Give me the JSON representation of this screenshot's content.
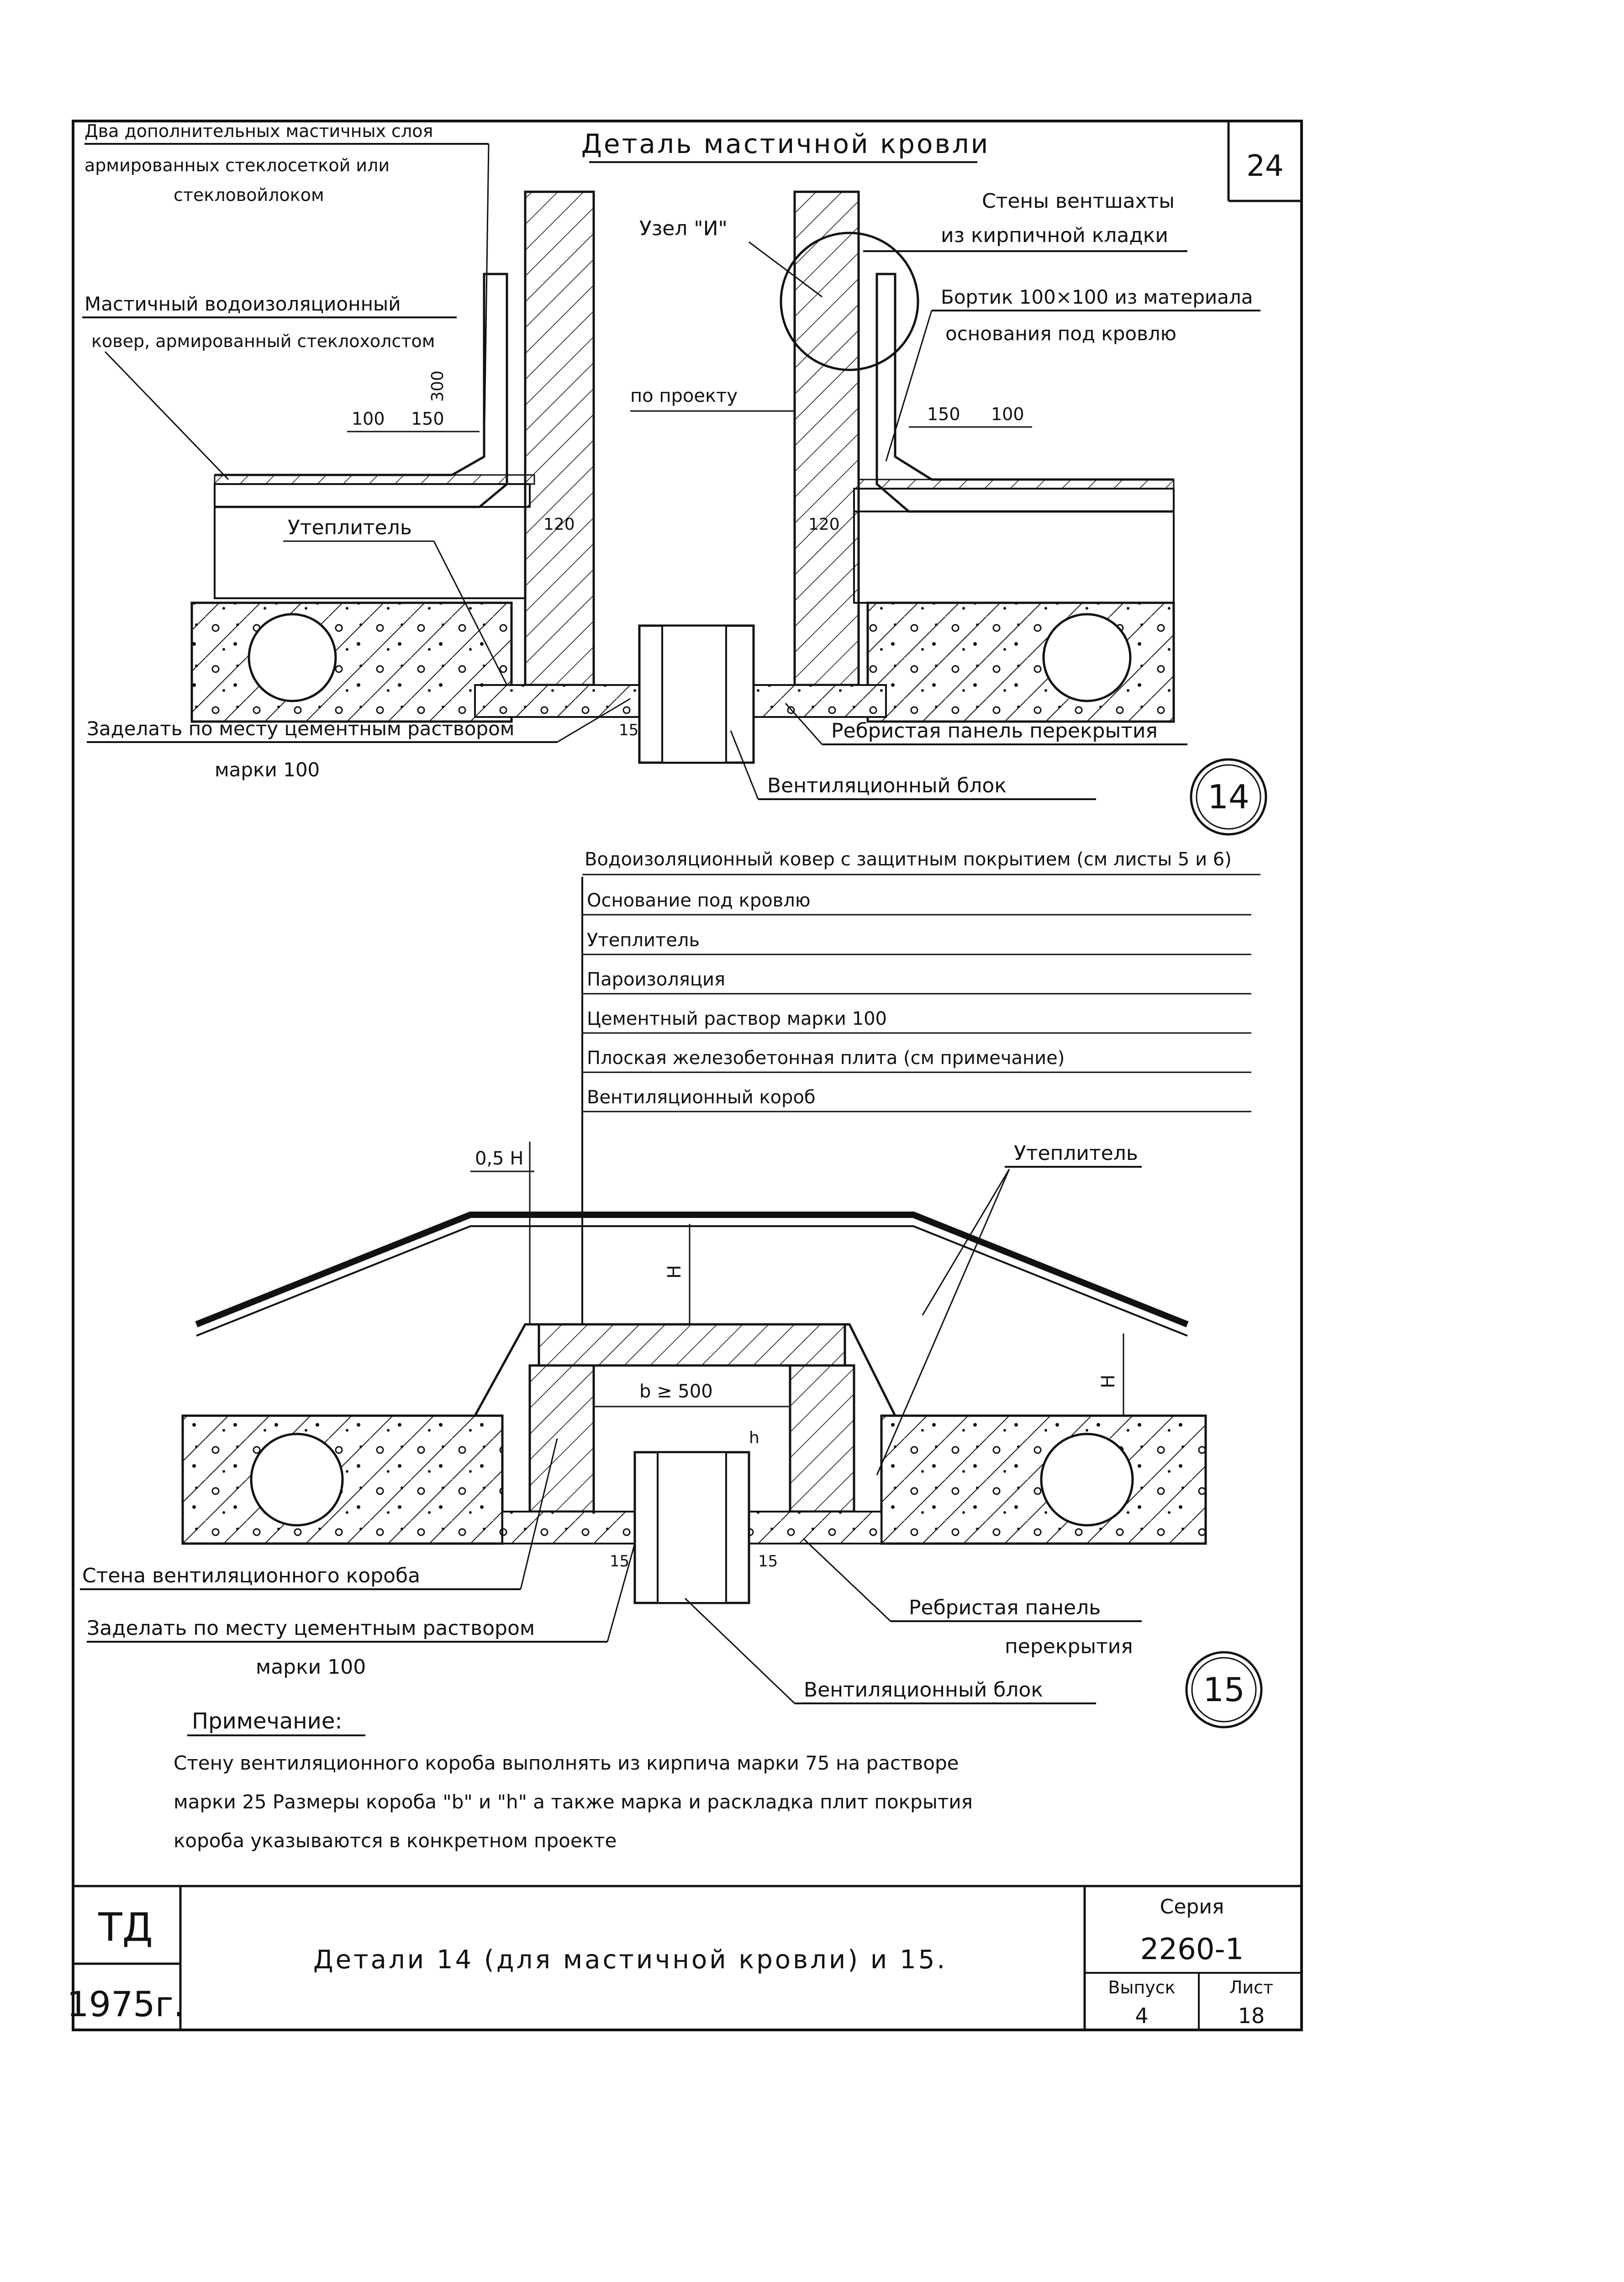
{
  "sheet": {
    "page_number": "24",
    "top_title": "Деталь мастичной кровли",
    "series_label": "Серия",
    "series_value": "2260-1",
    "issue_label": "Выпуск",
    "issue_value": "4",
    "sheet_label": "Лист",
    "sheet_value": "18",
    "org": "ТД",
    "year": "1975г.",
    "drawing_title": "Детали 14 (для мастичной кровли) и 15."
  },
  "detail14": {
    "mark": "14",
    "labels": {
      "two_layers_l1": "Два дополнительных мастичных слоя",
      "two_layers_l2": "армированных стеклосеткой или",
      "two_layers_l3": "стекловойлоком",
      "carpet_l1": "Мастичный водоизоляционный",
      "carpet_l2": "ковер, армированный стеклохолстом",
      "node": "Узел \"И\"",
      "shaft_l1": "Стены вентшахты",
      "shaft_l2": "из кирпичной кладки",
      "curb_l1": "Бортик 100×100 из материала",
      "curb_l2": "основания под кровлю",
      "per_project": "по проекту",
      "insulation": "Утеплитель",
      "seal_l1": "Заделать по месту цементным раствором",
      "seal_l2": "марки 100",
      "panel": "Ребристая панель перекрытия",
      "vent_block": "Вентиляционный блок"
    },
    "dims": {
      "d100_left": "100",
      "d150_left": "150",
      "d300": "300",
      "d150_right": "150",
      "d100_right": "100",
      "d120_left": "120",
      "d120_right": "120",
      "d15": "15"
    }
  },
  "legend": [
    "Водоизоляционный ковер с защитным покрытием (см листы 5 и 6)",
    "Основание под кровлю",
    "Утеплитель",
    "Пароизоляция",
    "Цементный раствор марки 100",
    "Плоская железобетонная плита (см примечание)",
    "Вентиляционный короб"
  ],
  "detail15": {
    "mark": "15",
    "labels": {
      "insulation": "Утеплитель",
      "half_h": "0,5 H",
      "h_top": "H",
      "h_right": "H",
      "b_dim": "b ≥ 500",
      "h_small": "h",
      "wall": "Стена вентиляционного короба",
      "seal_l1": "Заделать по месту цементным раствором",
      "seal_l2": "марки 100",
      "panel_l1": "Ребристая панель",
      "panel_l2": "перекрытия",
      "vent_block": "Вентиляционный блок",
      "d15_left": "15",
      "d15_right": "15"
    }
  },
  "note": {
    "title": "Примечание:",
    "line1": "Стену вентиляционного короба выполнять из кирпича марки 75 на растворе",
    "line2": "марки 25 Размеры короба \"b\" и \"h\" а также марка и раскладка плит покрытия",
    "line3": "короба указываются в конкретном проекте"
  }
}
